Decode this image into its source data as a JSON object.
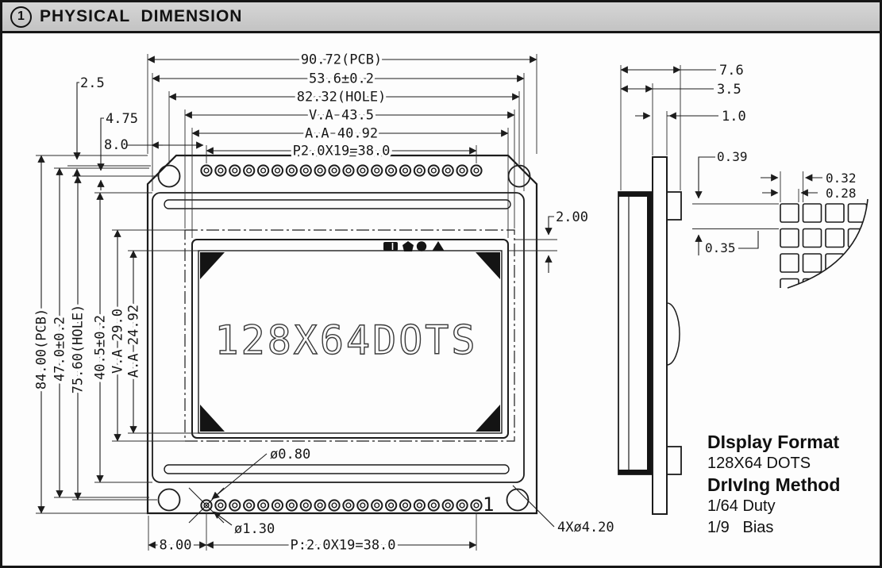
{
  "header": {
    "badge": "1",
    "title": "PHYSICAL  DIMENSION"
  },
  "front_view": {
    "top_dims": [
      "90.72(PCB)",
      "53.6±0.2",
      "82.32(HOLE)",
      "V.A 43.5",
      "A.A 40.92",
      "P2.0X19=38.0"
    ],
    "left_dims": [
      "84.00(PCB)",
      "47.0±0.2",
      "75.60(HOLE)",
      "40.5±0.2",
      "V.A 29.0",
      "A.A 24.92"
    ],
    "callout_top_edge": "2.5",
    "callout_hole_edge": "4.75",
    "callout_pin_edge": "8.0",
    "callout_icon_row": "2.00",
    "screen_text": "128X64DOTS",
    "pin1_label": "1",
    "pad_hole": "ø0.80",
    "pad_ring": "ø1.30",
    "bottom_offset": "8.00",
    "bottom_pitch": "P:2.0X19=38.0",
    "mount_holes": "4Xø4.20"
  },
  "side_view": {
    "depth_total": "7.6",
    "depth_lcd": "3.5",
    "pcb_thickness": "1.0"
  },
  "dot_detail": {
    "pitch_v": "0.39",
    "pitch_h": "0.32",
    "dot_w": "0.28",
    "dot_h": "0.35"
  },
  "info_panel": {
    "format_heading": "DIsplay Format",
    "format_value": "128X64 DOTS",
    "method_heading": "DrIvIng Method",
    "duty": "1/64 Duty",
    "bias": "1/9   Bias"
  }
}
